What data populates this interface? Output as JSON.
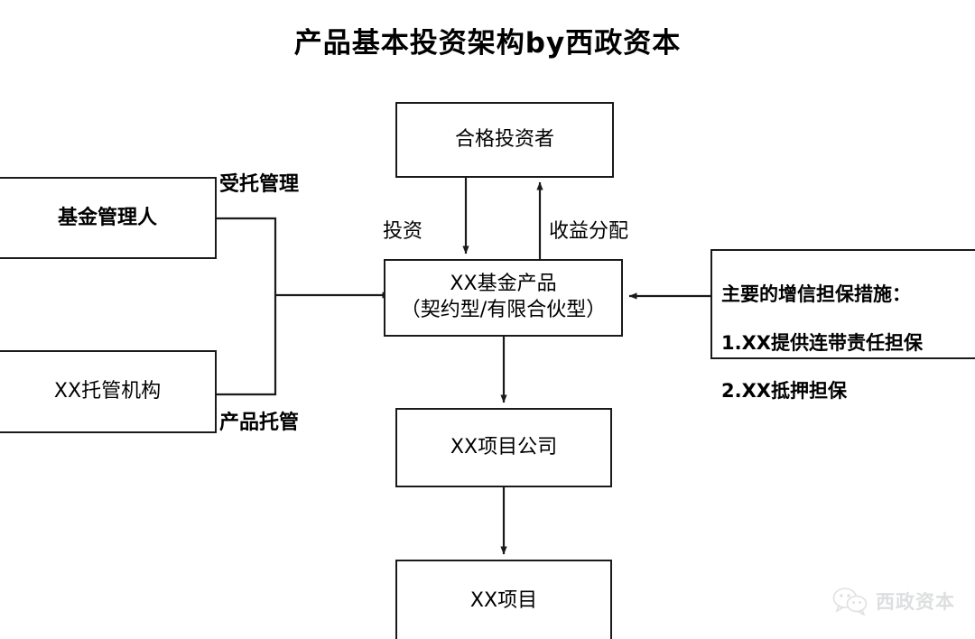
{
  "diagram": {
    "title": "产品基本投资架构by西政资本",
    "nodes": {
      "qualified_investor": "合格投资者",
      "fund_manager": "基金管理人",
      "custodian": "XX托管机构",
      "fund_product": "XX基金产品\n（契约型/有限合伙型）",
      "fund_product_line1": "XX基金产品",
      "fund_product_line2": "（契约型/有限合伙型）",
      "project_company": "XX项目公司",
      "project": "XX项目",
      "credit_measures": "主要的增信担保措施：\n1.XX提供连带责任担保\n2.XX抵押担保",
      "credit_measures_title": "主要的增信担保措施：",
      "credit_measures_item1": "1.XX提供连带责任担保",
      "credit_measures_item2": "2.XX抵押担保"
    },
    "edge_labels": {
      "entrusted_management": "受托管理",
      "product_custody": "产品托管",
      "investment": "投资",
      "income_distribution": "收益分配"
    },
    "colors": {
      "stroke": "#1a1a1a",
      "background": "#ffffff",
      "text": "#000000",
      "watermark": "#888c90"
    }
  },
  "watermark": {
    "label": "西政资本"
  }
}
